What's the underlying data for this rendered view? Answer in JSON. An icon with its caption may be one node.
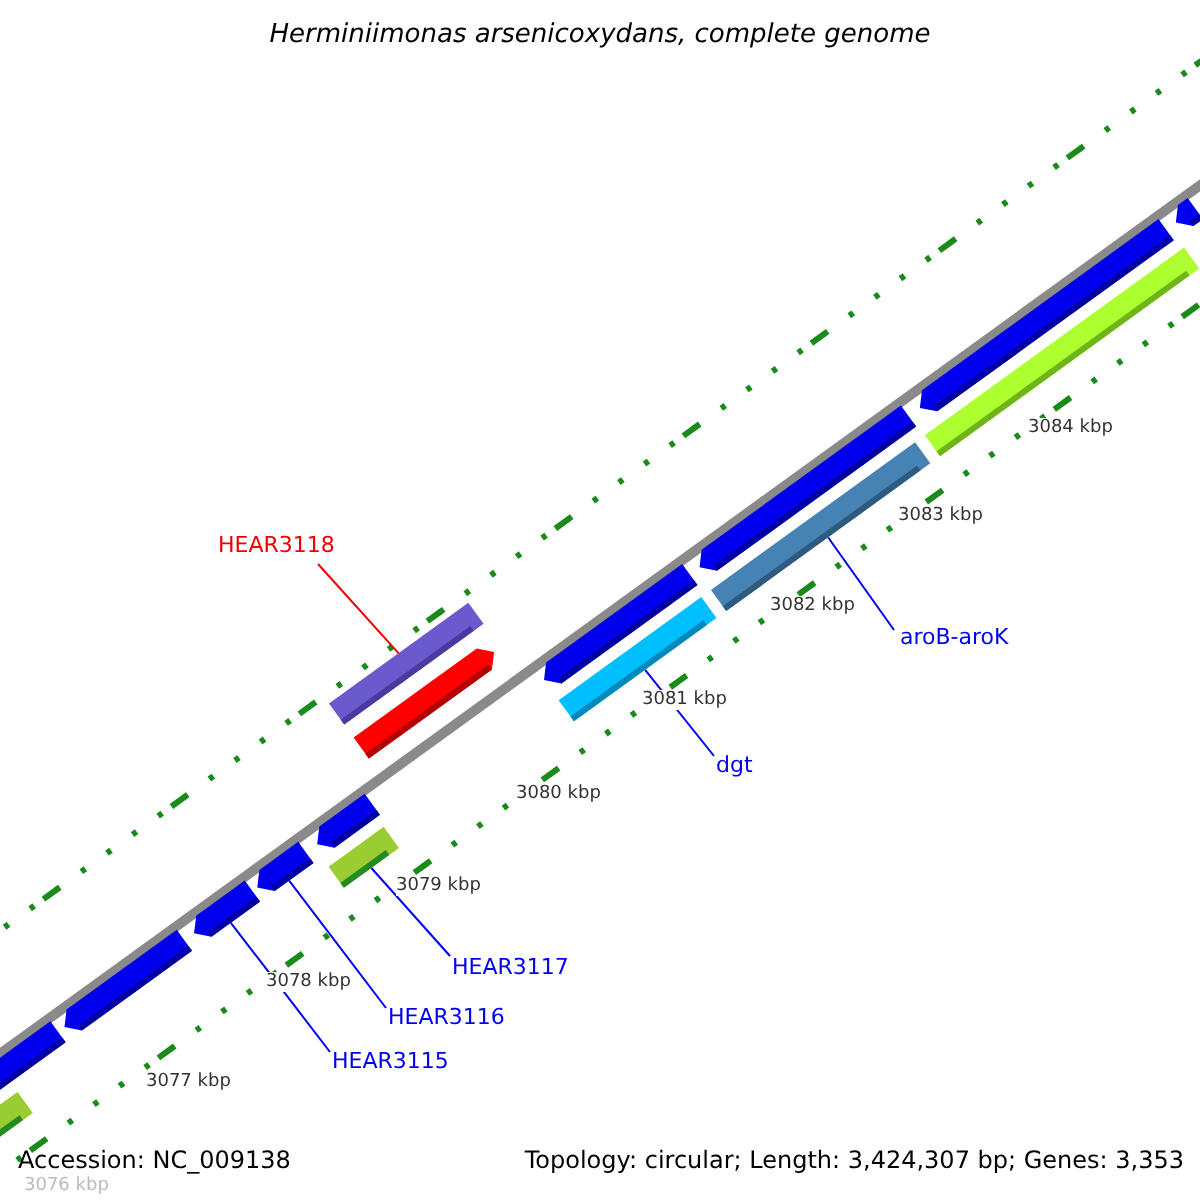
{
  "diagram": {
    "title": "Herminiimonas arsenicoxydans, complete genome",
    "nodes": [
      {
        "text": [
          "HEAR3118"
        ]
      },
      {
        "text": [],
        "shape": "bar"
      },
      {
        "text": [
          "dgt"
        ]
      },
      {
        "text": [],
        "shape": "bar"
      },
      {
        "text": [
          "aroB-aroK"
        ]
      },
      {
        "text": [],
        "shape": "bar"
      },
      {
        "text": [
          "HEAR3117"
        ]
      },
      {
        "text": [],
        "shape": "bar"
      },
      {
        "text": [
          "HEAR3116"
        ]
      },
      {
        "text": [],
        "shape": "bar"
      },
      {
        "text": [
          "HEAR3115"
        ]
      },
      {
        "text": [],
        "shape": "bar"
      },
      {
        "text": [],
        "shape": "bar"
      },
      {
        "text": [],
        "shape": "bar"
      },
      {
        "text": [],
        "shape": "bar"
      },
      {
        "text": [],
        "shape": "bar"
      },
      {
        "text": [],
        "shape": "bar"
      },
      {
        "text": [],
        "shape": "bar"
      },
      {
        "text": [],
        "shape": "bar"
      },
      {
        "text": [],
        "shape": "bar"
      },
      {
        "text": [],
        "shape": "bar"
      },
      {
        "text": [],
        "shape": "bar"
      }
    ],
    "edges": [
      {
        "from": 0,
        "to": 1,
        "arrow": "none",
        "color": "#ee0000"
      },
      {
        "from": 2,
        "to": 3,
        "arrow": "none"
      },
      {
        "from": 4,
        "to": 5,
        "arrow": "none"
      },
      {
        "from": 6,
        "to": 7,
        "arrow": "none"
      },
      {
        "from": 8,
        "to": 9,
        "arrow": "none"
      },
      {
        "from": 10,
        "to": 11,
        "arrow": "none"
      }
    ],
    "labels": [
      "3084 kbp",
      "3083 kbp",
      "3082 kbp",
      "3081 kbp",
      "3080 kbp",
      "3079 kbp",
      "3078 kbp",
      "3077 kbp",
      "Accession: NC_009138",
      "Topology: circular; Length: 3,424,307 bp; Genes: 3,353",
      "3076 kbp"
    ]
  }
}
